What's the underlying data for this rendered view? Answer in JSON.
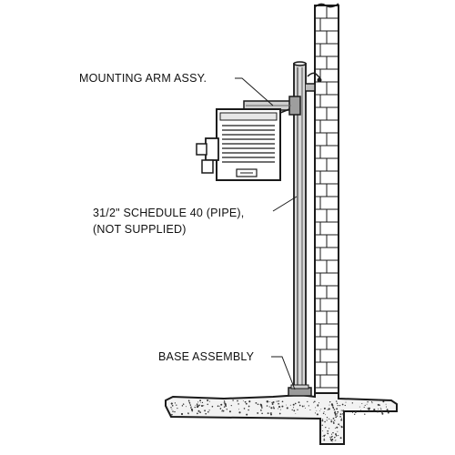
{
  "labels": {
    "mounting_arm": "MOUNTING ARM ASSY.",
    "pipe_line1": "31/2\" SCHEDULE 40 (PIPE),",
    "pipe_line2": "(NOT SUPPLIED)",
    "base": "BASE ASSEMBLY"
  },
  "colors": {
    "ink": "#1a1a1a",
    "background": "#ffffff"
  }
}
